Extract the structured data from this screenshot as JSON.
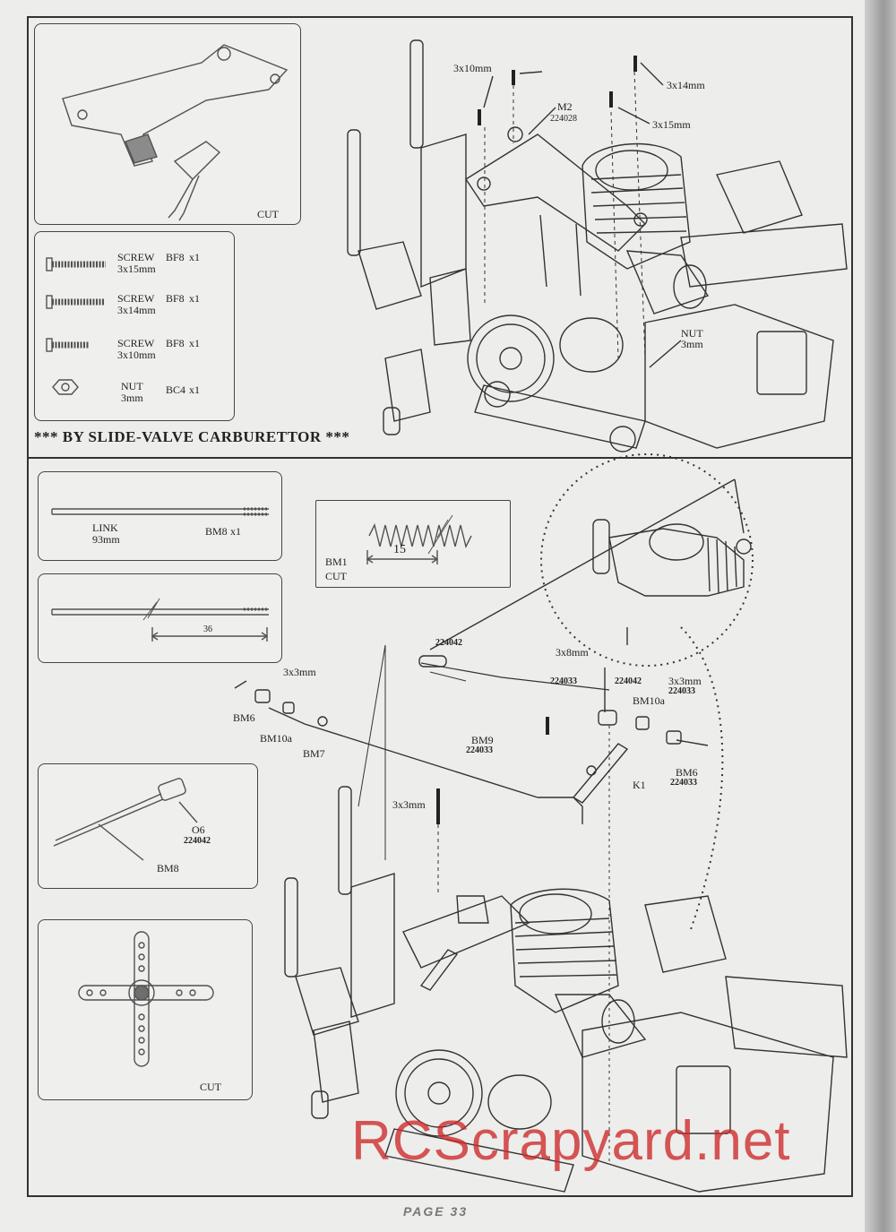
{
  "top_section": {
    "cut_label": "CUT",
    "parts": [
      {
        "name": "SCREW",
        "size": "3x15mm",
        "code": "BF8",
        "qty": "x1"
      },
      {
        "name": "SCREW",
        "size": "3x14mm",
        "code": "BF8",
        "qty": "x1"
      },
      {
        "name": "SCREW",
        "size": "3x10mm",
        "code": "BF8",
        "qty": "x1"
      },
      {
        "name": "NUT",
        "size": "3mm",
        "code": "BC4",
        "qty": "x1"
      }
    ],
    "banner": "*** BY SLIDE-VALVE CARBURETTOR ***",
    "callouts": {
      "s3x10": "3x10mm",
      "m2": "M2",
      "m2_code": "224028",
      "s3x14": "3x14mm",
      "s3x15": "3x15mm",
      "nut": "NUT",
      "nut_size": "3mm"
    }
  },
  "bottom_section": {
    "link_box": {
      "label": "LINK",
      "size": "93mm",
      "code": "BM8",
      "qty": "x1"
    },
    "measure_box": {
      "value": "36"
    },
    "spring_box": {
      "value": "15",
      "code": "BM1",
      "cut": "CUT"
    },
    "o6_box": {
      "o6": "O6",
      "o6_code": "224042",
      "bm8": "BM8"
    },
    "horn_box": {
      "cut": "CUT"
    },
    "callouts": {
      "code_224042_a": "224042",
      "s3x8": "3x8mm",
      "code_224042_b": "224042",
      "code_224033_a": "224033",
      "s3x3_right": "3x3mm",
      "code_224033_b": "224033",
      "bm10a_right": "BM10a",
      "s3x3_left": "3x3mm",
      "bm6_left": "BM6",
      "bm10a_left": "BM10a",
      "bm7": "BM7",
      "bm9": "BM9",
      "bm9_code": "224033",
      "k1": "K1",
      "bm6_right": "BM6",
      "bm6_right_code": "224033",
      "s3x3_lower": "3x3mm"
    }
  },
  "footer": {
    "page": "PAGE 33"
  },
  "watermark": "RCScrapyard.net"
}
